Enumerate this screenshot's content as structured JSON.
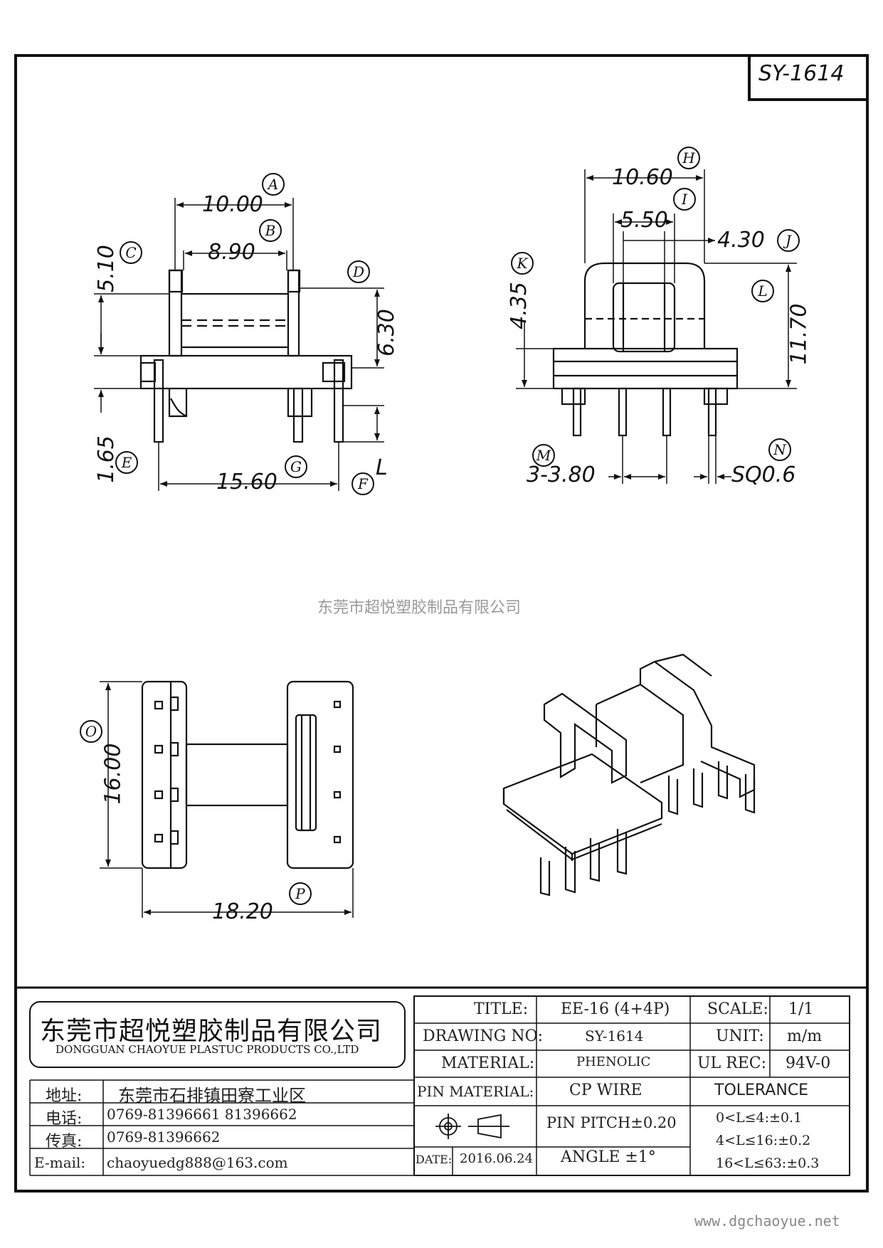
{
  "drawing_code": "SY-1614",
  "dimensions": {
    "A": {
      "tag": "A",
      "value": "10.00"
    },
    "B": {
      "tag": "B",
      "value": "8.90"
    },
    "C": {
      "tag": "C",
      "value": "5.10"
    },
    "D": {
      "tag": "D",
      "value": "6.30"
    },
    "E": {
      "tag": "E",
      "value": "1.65"
    },
    "F": {
      "tag": "F",
      "value": "L"
    },
    "G": {
      "tag": "G",
      "value": "15.60"
    },
    "H": {
      "tag": "H",
      "value": "10.60"
    },
    "I": {
      "tag": "I",
      "value": "5.50"
    },
    "J": {
      "tag": "J",
      "value": "4.30"
    },
    "K": {
      "tag": "K",
      "value": "4.35"
    },
    "L": {
      "tag": "L",
      "value": "11.70"
    },
    "M": {
      "tag": "M",
      "value": "3-3.80"
    },
    "N": {
      "tag": "N",
      "value": "SQ0.6"
    },
    "O": {
      "tag": "O",
      "value": "16.00"
    },
    "P": {
      "tag": "P",
      "value": "18.20"
    }
  },
  "watermark": "东莞市超悦塑胶制品有限公司",
  "title_block": {
    "company_cn": "东莞市超悦塑胶制品有限公司",
    "company_en": "DONGGUAN CHAOYUE PLASTUC PRODUCTS CO.,LTD",
    "address_label": "地址:",
    "address": "东莞市石排镇田寮工业区",
    "phone_label": "电话:",
    "phone": "0769-81396661   81396662",
    "fax_label": "传真:",
    "fax": "0769-81396662",
    "email_label": "E-mail:",
    "email": "chaoyuedg888@163.com",
    "title_label": "TITLE:",
    "title": "EE-16 (4+4P)",
    "drawing_no_label": "DRAWING NO:",
    "drawing_no": "SY-1614",
    "material_label": "MATERIAL:",
    "material": "PHENOLIC",
    "pin_material_label": "PIN MATERIAL:",
    "pin_material": "CP WIRE",
    "pin_pitch": "PIN PITCH±0.20",
    "date_label": "DATE:",
    "date": "2016.06.24",
    "angle": "ANGLE  ±1°",
    "scale_label": "SCALE:",
    "scale": "1/1",
    "unit_label": "UNIT:",
    "unit": "m/m",
    "ul_rec_label": "UL REC:",
    "ul_rec": "94V-0",
    "tolerance_label": "TOLERANCE",
    "tolerance_1": "0<L≤4:±0.1",
    "tolerance_2": "4<L≤16:±0.2",
    "tolerance_3": "16<L≤63:±0.3"
  },
  "footer_url": "www.dgchaoyue.net"
}
